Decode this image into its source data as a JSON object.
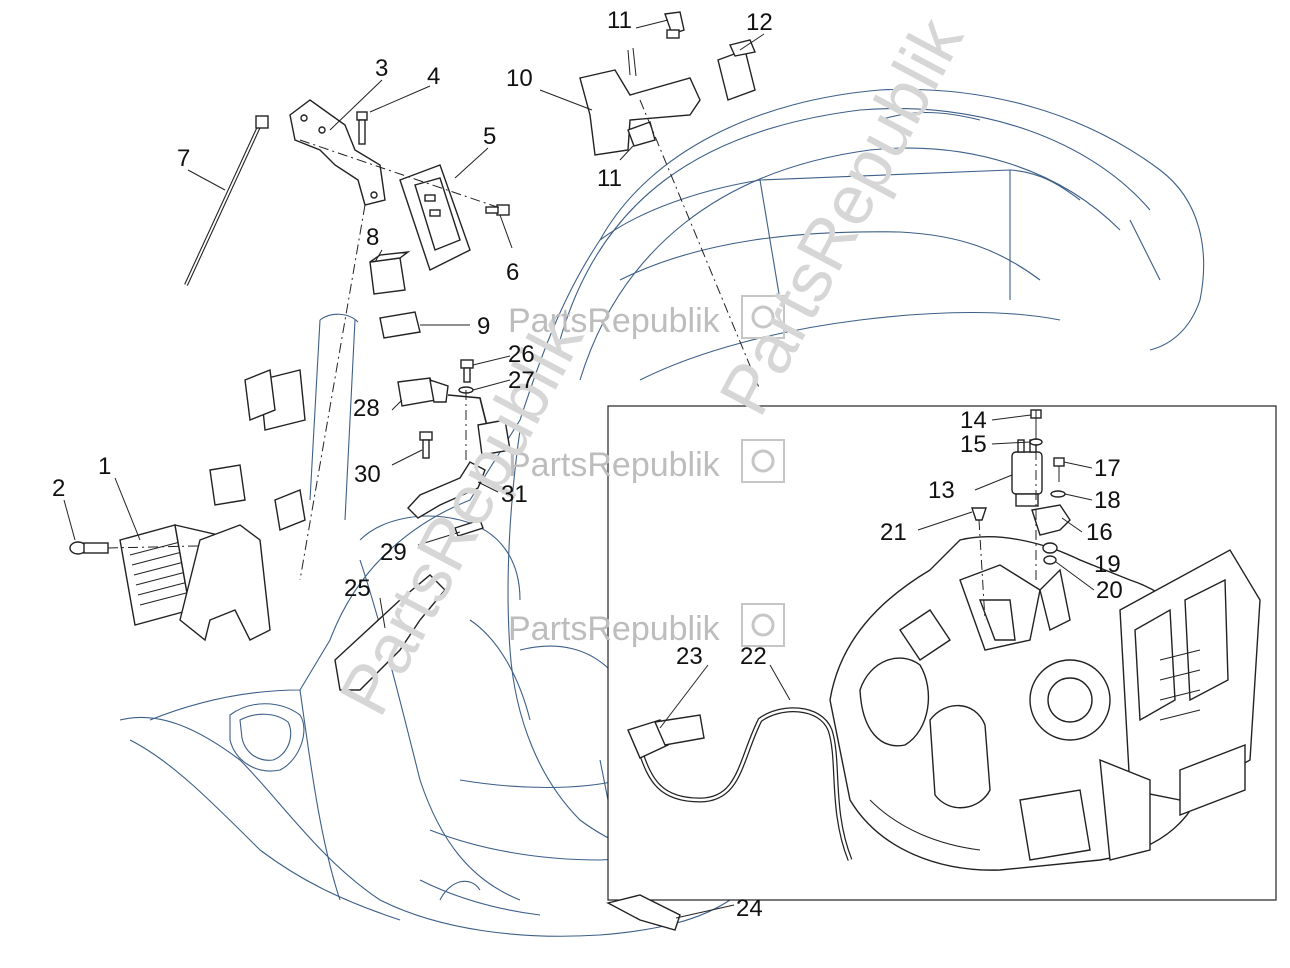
{
  "watermark": {
    "brand": "PartsRepublik",
    "positions_count": 3
  },
  "colors": {
    "body_outline": "#3d5f88",
    "part_outline": "#222222",
    "watermark": "#bdbdbd"
  },
  "callouts": [
    {
      "id": "c1",
      "label": "1"
    },
    {
      "id": "c2",
      "label": "2"
    },
    {
      "id": "c3",
      "label": "3"
    },
    {
      "id": "c4",
      "label": "4"
    },
    {
      "id": "c5",
      "label": "5"
    },
    {
      "id": "c6",
      "label": "6"
    },
    {
      "id": "c7",
      "label": "7"
    },
    {
      "id": "c8",
      "label": "8"
    },
    {
      "id": "c9",
      "label": "9"
    },
    {
      "id": "c10",
      "label": "10"
    },
    {
      "id": "c11a",
      "label": "11"
    },
    {
      "id": "c11b",
      "label": "11"
    },
    {
      "id": "c12",
      "label": "12"
    },
    {
      "id": "c13",
      "label": "13"
    },
    {
      "id": "c14",
      "label": "14"
    },
    {
      "id": "c15",
      "label": "15"
    },
    {
      "id": "c16",
      "label": "16"
    },
    {
      "id": "c17",
      "label": "17"
    },
    {
      "id": "c18",
      "label": "18"
    },
    {
      "id": "c19",
      "label": "19"
    },
    {
      "id": "c20",
      "label": "20"
    },
    {
      "id": "c21",
      "label": "21"
    },
    {
      "id": "c22",
      "label": "22"
    },
    {
      "id": "c23",
      "label": "23"
    },
    {
      "id": "c24",
      "label": "24"
    },
    {
      "id": "c25",
      "label": "25"
    },
    {
      "id": "c26",
      "label": "26"
    },
    {
      "id": "c27",
      "label": "27"
    },
    {
      "id": "c28",
      "label": "28"
    },
    {
      "id": "c29",
      "label": "29"
    },
    {
      "id": "c30",
      "label": "30"
    },
    {
      "id": "c31",
      "label": "31"
    }
  ]
}
